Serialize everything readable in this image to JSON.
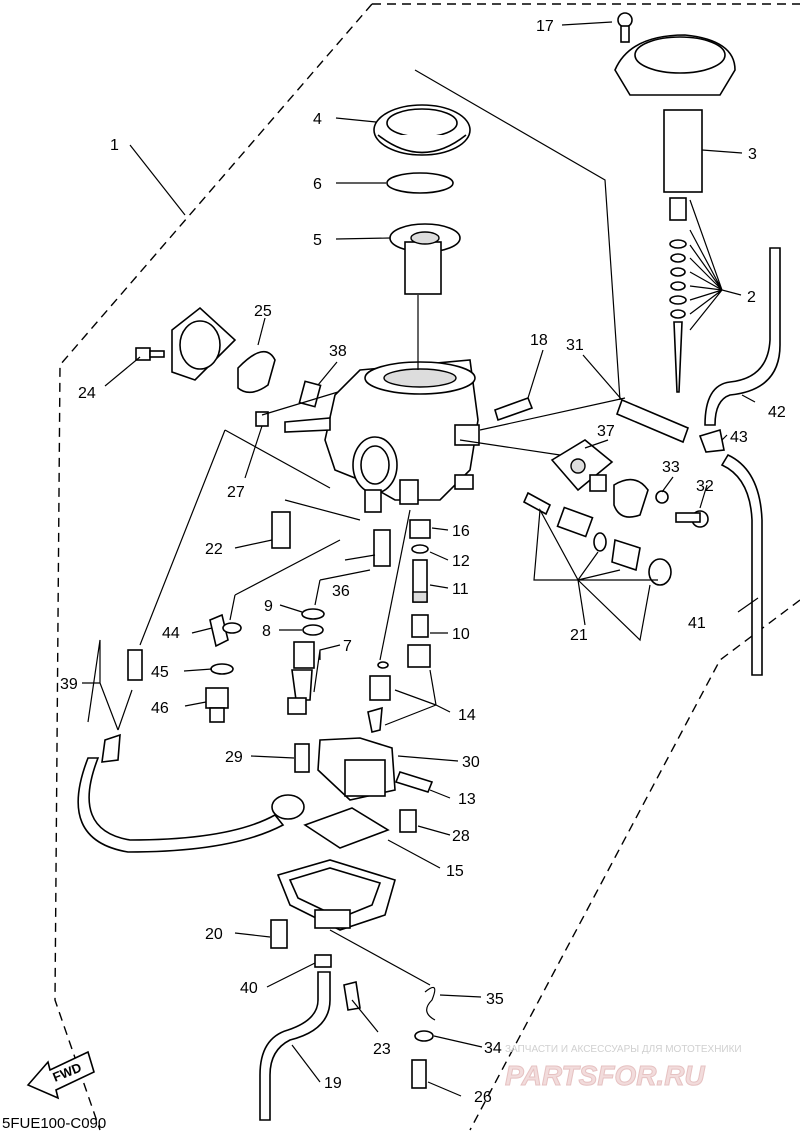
{
  "diagram": {
    "drawing_code": "5FUE100-C090",
    "fwd_label": "FWD",
    "watermark_small": "ЗАПЧАСТИ И АКСЕССУАРЫ ДЛЯ МОТОТЕХНИКИ",
    "watermark_logo": "PARTSFOR.RU",
    "callouts": [
      "1",
      "2",
      "3",
      "4",
      "5",
      "6",
      "7",
      "8",
      "9",
      "10",
      "11",
      "12",
      "13",
      "14",
      "15",
      "16",
      "17",
      "18",
      "19",
      "20",
      "21",
      "22",
      "23",
      "24",
      "25",
      "26",
      "27",
      "28",
      "29",
      "30",
      "31",
      "32",
      "33",
      "34",
      "35",
      "36",
      "37",
      "38",
      "39",
      "40",
      "41",
      "42",
      "43",
      "44",
      "45",
      "46"
    ]
  }
}
